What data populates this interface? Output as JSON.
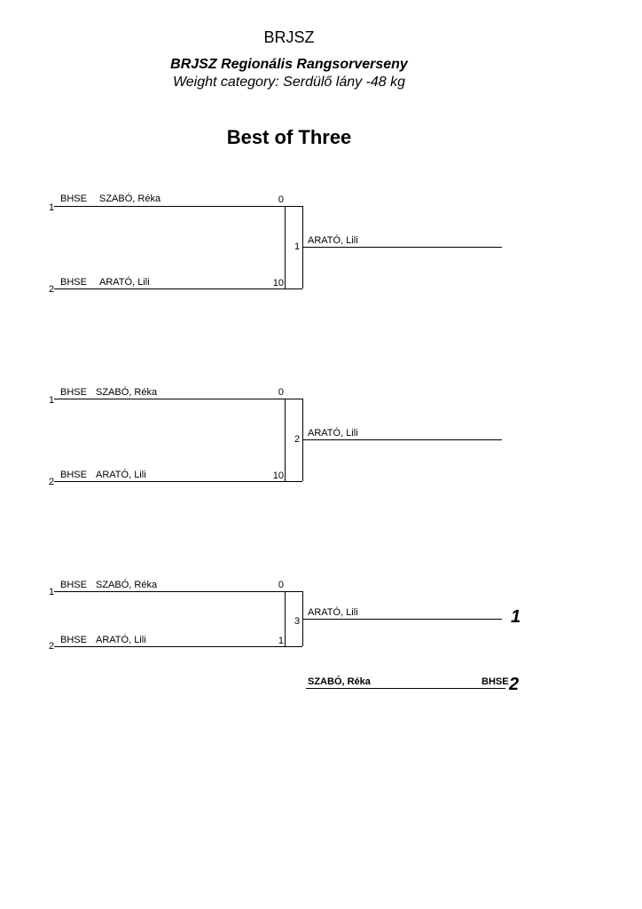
{
  "header": {
    "organization": "BRJSZ",
    "event_title": "BRJSZ Regionális Rangsorverseny",
    "weight_category": "Weight category: Serdülő lány -48 kg",
    "format_title": "Best of Three"
  },
  "bouts": [
    {
      "number": "1",
      "slot1": {
        "seed": "1",
        "club": "BHSE",
        "name": "SZABÓ, Réka",
        "score": "0"
      },
      "slot2": {
        "seed": "2",
        "club": "BHSE",
        "name": "ARATÓ, Lili",
        "score": "10"
      },
      "winner": "ARATÓ, Lili"
    },
    {
      "number": "2",
      "slot1": {
        "seed": "1",
        "club": "BHSE",
        "name": "SZABÓ, Réka",
        "score": "0"
      },
      "slot2": {
        "seed": "2",
        "club": "BHSE",
        "name": "ARATÓ, Lili",
        "score": "10"
      },
      "winner": "ARATÓ, Lili"
    },
    {
      "number": "3",
      "slot1": {
        "seed": "1",
        "club": "BHSE",
        "name": "SZABÓ, Réka",
        "score": "0"
      },
      "slot2": {
        "seed": "2",
        "club": "BHSE",
        "name": "ARATÓ, Lili",
        "score": "1"
      },
      "winner": "ARATÓ, Lili"
    }
  ],
  "results": {
    "first": {
      "place": "1"
    },
    "second": {
      "place": "2",
      "name": "SZABÓ, Réka",
      "club": "BHSE"
    }
  }
}
